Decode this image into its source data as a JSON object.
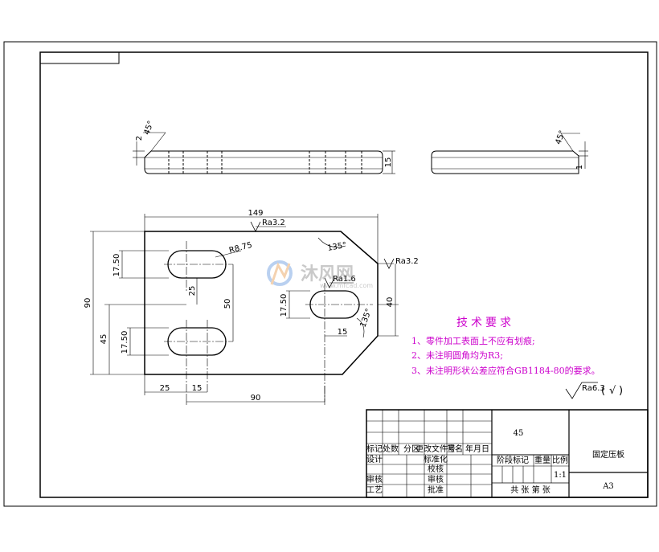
{
  "drawing": {
    "overall_length": "149",
    "overall_height": "90",
    "thickness": "15",
    "chamfer_left": "2",
    "chamfer_right": "1",
    "chamfer_angle": "45°",
    "corner_angle_top": "135°",
    "corner_angle_bottom": "135°",
    "slot_radius": "R8.75",
    "slot_width_top": "17.50",
    "slot_width_bottom": "17.50",
    "slot_width_right": "17.50",
    "dim_25_vertical": "25",
    "dim_50": "50",
    "dim_45": "45",
    "dim_40": "40",
    "dim_15_right": "15",
    "dim_25_bottom": "25",
    "dim_15_bottom": "15",
    "dim_90_bottom": "90",
    "roughness_top": "Ra3.2",
    "roughness_edge": "Ra3.2",
    "roughness_slot": "Ra1.6",
    "roughness_general": "Ra6.3",
    "roughness_general_paren_open": "(",
    "roughness_general_check": "√",
    "roughness_general_paren_close": ")"
  },
  "tech_requirements": {
    "title": "技术要求",
    "items": [
      "1、零件加工表面上不应有划痕;",
      "2、未注明圆角均为R3;",
      "3、未注明形状公差应符合GB1184-80的要求。"
    ]
  },
  "watermark": {
    "brand": "沐风网",
    "url": "www.mfcad.com"
  },
  "title_block": {
    "material": "45",
    "part_name": "固定压板",
    "sheet_size": "A3",
    "scale": "1:1",
    "labels": {
      "mark": "标记",
      "count": "处数",
      "zone": "分区",
      "change_doc": "更改文件号",
      "sign": "签名",
      "date": "年月日",
      "design": "设计",
      "standardize": "标准化",
      "review": "审核",
      "process": "工艺",
      "check": "校核",
      "approve": "批准",
      "audit": "审核",
      "stage_mark": "阶段标记",
      "weight": "重量",
      "ratio": "比例",
      "total_sheets": "共 张 第 张"
    }
  }
}
